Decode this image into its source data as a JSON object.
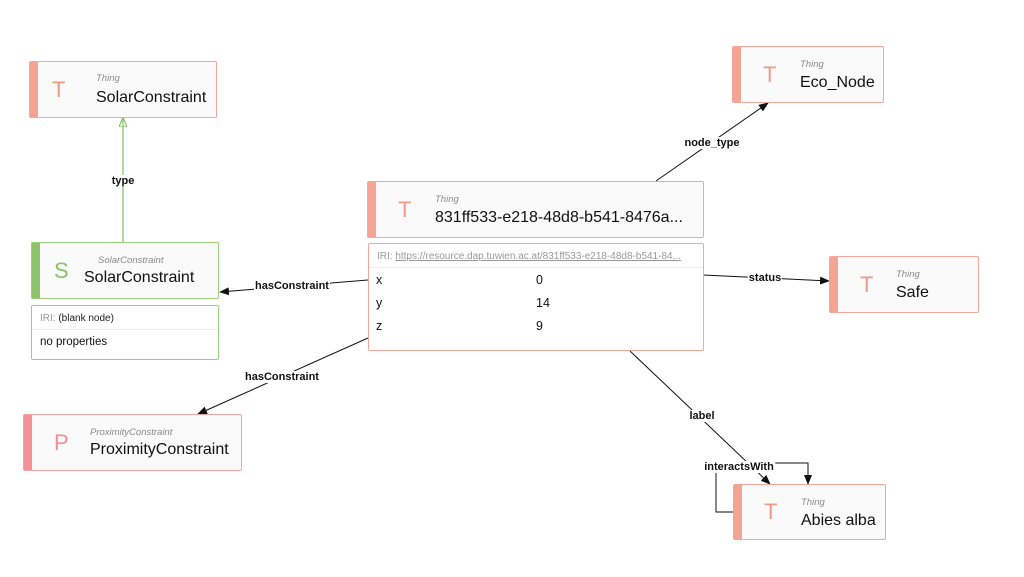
{
  "nodes": {
    "solar_type": {
      "badge": "T",
      "type": "Thing",
      "label": "SolarConstraint"
    },
    "solar_instance": {
      "badge": "S",
      "type": "SolarConstraint",
      "label": "SolarConstraint"
    },
    "proximity": {
      "badge": "P",
      "type": "ProximityConstraint",
      "label": "ProximityConstraint"
    },
    "main": {
      "badge": "T",
      "type": "Thing",
      "label": "831ff533-e218-48d8-b541-8476a..."
    },
    "eco_node": {
      "badge": "T",
      "type": "Thing",
      "label": "Eco_Node"
    },
    "safe": {
      "badge": "T",
      "type": "Thing",
      "label": "Safe"
    },
    "abies": {
      "badge": "T",
      "type": "Thing",
      "label": "Abies alba"
    }
  },
  "solar_props": {
    "iri_label": "IRI:",
    "iri_value": "(blank node)",
    "empty_text": "no properties"
  },
  "main_props": {
    "iri_label": "IRI:",
    "iri_value": "https://resource.dap.tuwien.ac.at/831ff533-e218-48d8-b541-84...",
    "rows": [
      {
        "key": "x",
        "value": "0"
      },
      {
        "key": "y",
        "value": "14"
      },
      {
        "key": "z",
        "value": "9"
      }
    ]
  },
  "edges": {
    "type": "type",
    "has_constraint_1": "hasConstraint",
    "has_constraint_2": "hasConstraint",
    "node_type": "node_type",
    "status": "status",
    "label": "label",
    "interacts_with": "interactsWith"
  },
  "colors": {
    "thing_accent": "#f4a493",
    "solar_accent": "#8bc26a",
    "proximity_accent": "#f28f97",
    "edge_black": "#111111",
    "edge_green": "#8bc26a"
  }
}
